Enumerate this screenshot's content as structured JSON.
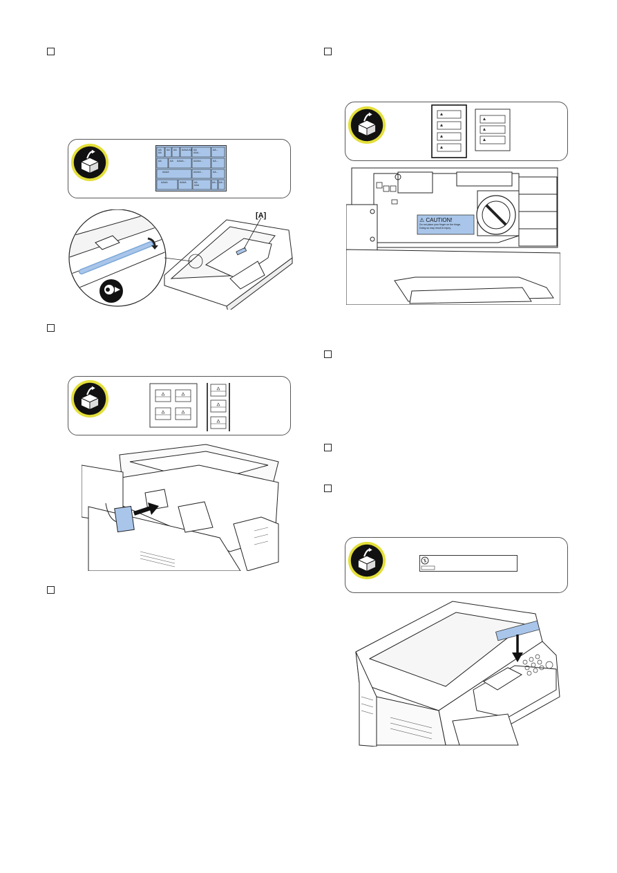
{
  "steps": {
    "s1": {
      "checkbox": "unchecked"
    },
    "s2": {
      "checkbox": "unchecked"
    },
    "s3": {
      "checkbox": "unchecked"
    },
    "s4": {
      "checkbox": "unchecked"
    },
    "s5": {
      "checkbox": "unchecked"
    },
    "s6": {
      "checkbox": "unchecked"
    },
    "s7": {
      "checkbox": "unchecked"
    }
  },
  "figure_a": {
    "callout": "[A]",
    "label_sheet": [
      "AA AAA",
      "AA AA",
      "AA AA",
      "AAAA AA",
      "AA AAA",
      "AA...",
      "AA AAA",
      "AA AAA",
      "AAAA AA",
      "AAAAA...",
      "AA...",
      "AAAA",
      "AAAAA...",
      "AA...",
      "AAAA",
      "AAAA",
      "AA AAA",
      "AA...",
      "AA..."
    ]
  },
  "figure_c": {
    "caution_title": "⚠ CAUTION!",
    "caution_line1": "Do not place your finger on the hinge,",
    "caution_line2": "Doing so may result in injury."
  },
  "colors": {
    "label_fill": "#a9c6ea",
    "badge_ring": "#e3df3a",
    "badge_core": "#111111"
  },
  "icons": [
    "open-box-icon",
    "rotate-arrow-icon",
    "down-arrow-icon",
    "right-arrow-icon"
  ]
}
